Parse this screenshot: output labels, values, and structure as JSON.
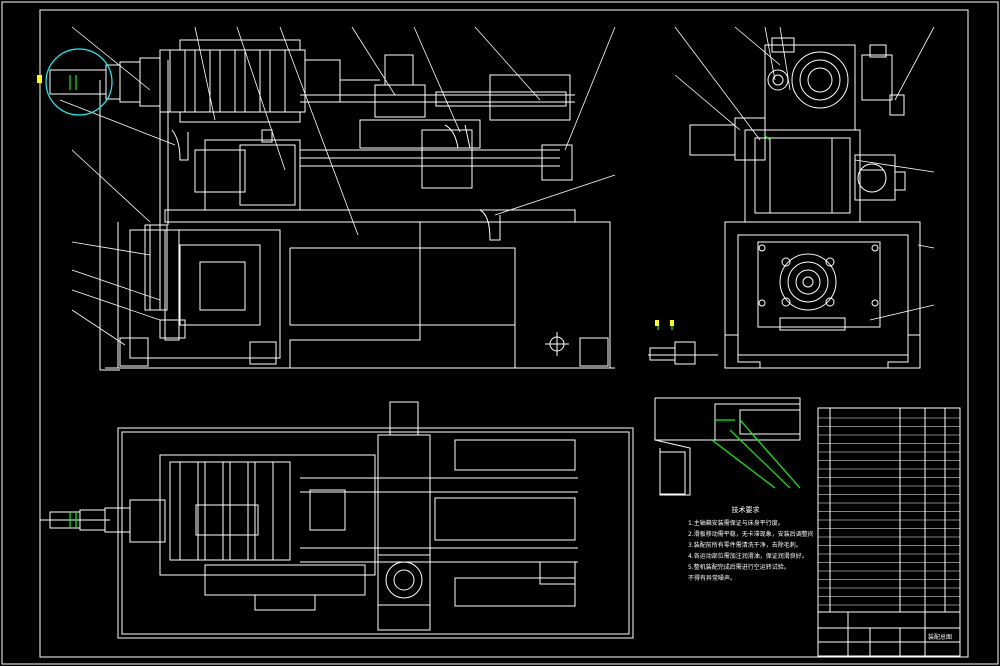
{
  "drawing": {
    "background": "#000000",
    "line_color": "#ffffff",
    "highlight_color": "#00ff00",
    "callout_circle_color": "#00ffff",
    "marker_color": "#ffff00"
  },
  "technical_requirements": {
    "title": "技术要求",
    "items": [
      "1.主轴箱安装需保证与床身平行度。",
      "2.滑板移动需平稳，无卡滞现象，安装后调整间隙。",
      "3.装配前所有零件需清洗干净，去除毛刺。",
      "4.各运动部位需加注润滑油，保证润滑良好。",
      "5.整机装配完成后需进行空运转试验。",
      "不得有异常噪声。"
    ]
  },
  "title_block": {
    "drawing_title": "装配总图"
  }
}
